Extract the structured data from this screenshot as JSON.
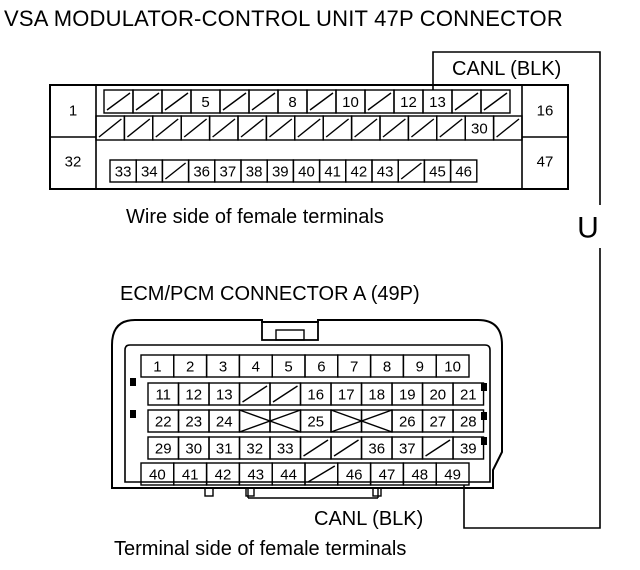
{
  "vsa_connector": {
    "title": "VSA MODULATOR-CONTROL UNIT 47P CONNECTOR",
    "wire_label": "CANL (BLK)",
    "caption": "Wire side of female terminals",
    "side_pins": [
      "1",
      "32",
      "16",
      "47"
    ],
    "row1": [
      "",
      "",
      "",
      "5",
      "",
      "",
      "8",
      "",
      "10",
      "",
      "12",
      "13",
      "",
      ""
    ],
    "row2": [
      "",
      "",
      "",
      "",
      "",
      "",
      "",
      "",
      "",
      "",
      "",
      "",
      "",
      "30",
      ""
    ],
    "row3": [
      "33",
      "34",
      "",
      "36",
      "37",
      "38",
      "39",
      "40",
      "41",
      "42",
      "43",
      "",
      "45",
      "46"
    ]
  },
  "ecm_connector": {
    "title": "ECM/PCM CONNECTOR A (49P)",
    "wire_label": "CANL (BLK)",
    "caption": "Terminal side of female terminals",
    "row1": [
      "1",
      "2",
      "3",
      "4",
      "5",
      "6",
      "7",
      "8",
      "9",
      "10"
    ],
    "row2": [
      "11",
      "12",
      "13",
      "",
      "",
      "16",
      "17",
      "18",
      "19",
      "20",
      "21"
    ],
    "row3": [
      "22",
      "23",
      "24",
      "",
      "",
      "25",
      "",
      "",
      "26",
      "27",
      "28"
    ],
    "row4": [
      "29",
      "30",
      "31",
      "32",
      "33",
      "",
      "",
      "36",
      "37",
      "",
      "39"
    ],
    "row5": [
      "40",
      "41",
      "42",
      "43",
      "44",
      "",
      "46",
      "47",
      "48",
      "49"
    ]
  },
  "connection_symbol": "U"
}
